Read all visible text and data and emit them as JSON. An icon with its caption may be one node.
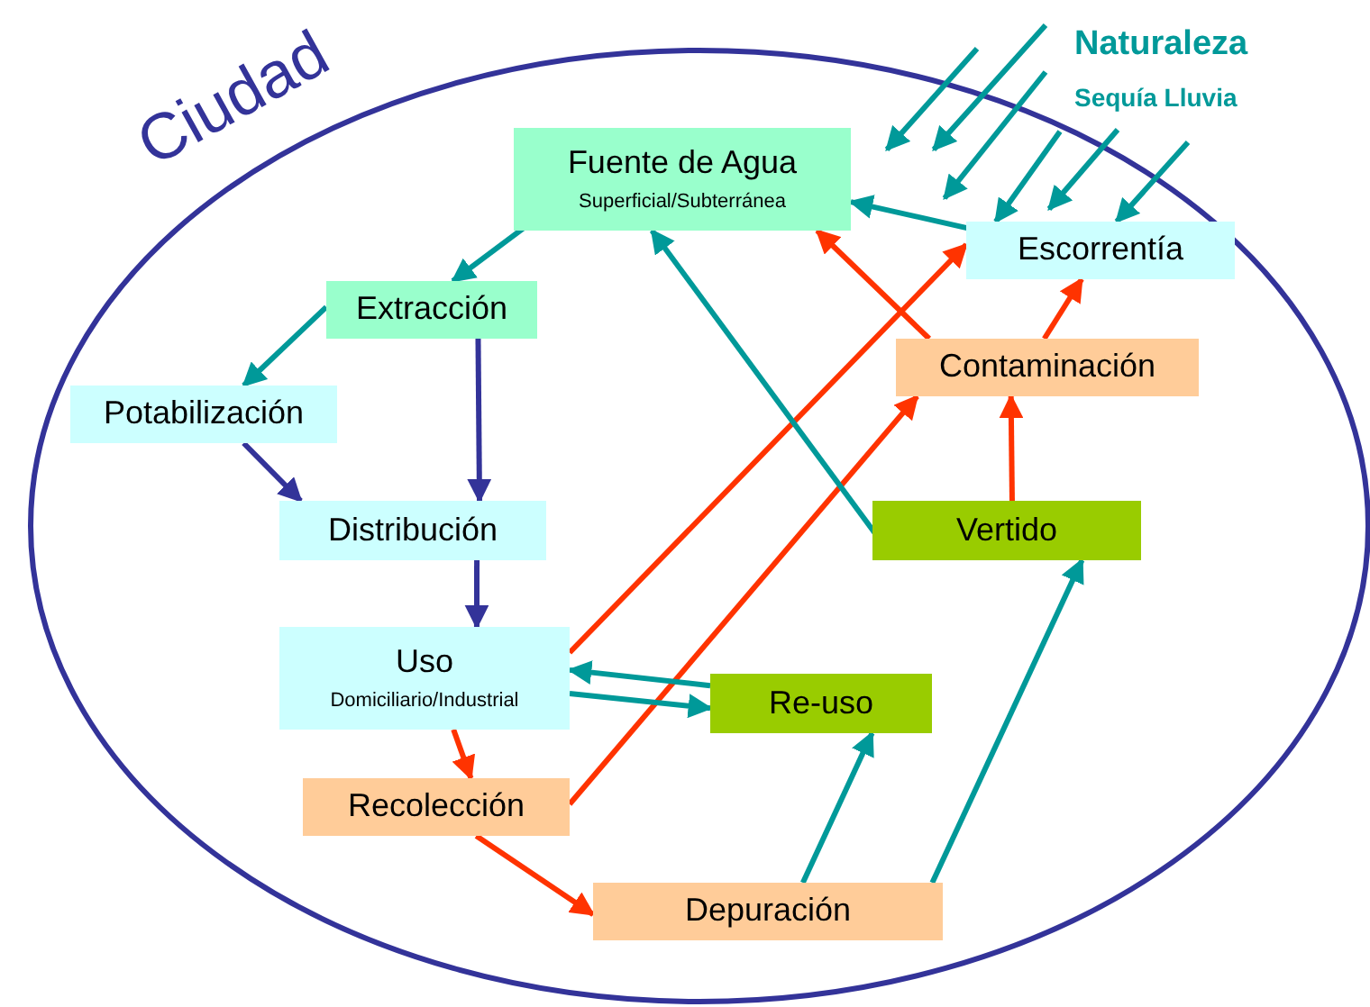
{
  "diagram": {
    "nodes": [
      {
        "text": [
          "Ciudad"
        ]
      },
      {
        "text": [
          "Fuente de Agua",
          "Superficial/Subterránea"
        ],
        "in": 0
      },
      {
        "text": [
          "Escorrentía"
        ],
        "in": 0
      },
      {
        "text": [
          "Extracción"
        ],
        "in": 0
      },
      {
        "text": [
          "Potabilización"
        ],
        "in": 0
      },
      {
        "text": [
          "Contaminación"
        ],
        "in": 0
      },
      {
        "text": [
          "Distribución"
        ],
        "in": 0
      },
      {
        "text": [
          "Vertido"
        ],
        "in": 0
      },
      {
        "text": [
          "Uso",
          "Domiciliario/Industrial"
        ],
        "in": 0
      },
      {
        "text": [
          "Re-uso"
        ],
        "in": 0
      },
      {
        "text": [
          "Recolección"
        ],
        "in": 0
      },
      {
        "text": [
          "Depuración"
        ],
        "in": 0
      }
    ],
    "edges": [
      {
        "from": 1,
        "to": 3,
        "arrow": "to"
      },
      {
        "from": 3,
        "to": 4,
        "arrow": "to"
      },
      {
        "from": 3,
        "to": 6,
        "arrow": "to",
        "color": "#333399"
      },
      {
        "from": 4,
        "to": 6,
        "arrow": "to",
        "color": "#333399"
      },
      {
        "from": 6,
        "to": 8,
        "arrow": "to",
        "color": "#333399"
      },
      {
        "from": 8,
        "to": 10,
        "arrow": "to",
        "color": "#ff3300"
      },
      {
        "from": 10,
        "to": 11,
        "arrow": "to",
        "color": "#ff3300"
      },
      {
        "from": 8,
        "to": 2,
        "arrow": "to",
        "color": "#ff3300"
      },
      {
        "from": 10,
        "to": 5,
        "arrow": "to",
        "color": "#ff3300"
      },
      {
        "from": 5,
        "to": 1,
        "arrow": "to",
        "color": "#ff3300"
      },
      {
        "from": 5,
        "to": 2,
        "arrow": "to",
        "color": "#ff3300"
      },
      {
        "from": 7,
        "to": 5,
        "arrow": "to",
        "color": "#ff3300"
      },
      {
        "from": 7,
        "to": 1,
        "arrow": "to"
      },
      {
        "from": 2,
        "to": 1,
        "arrow": "to"
      },
      {
        "from": 9,
        "to": 8,
        "arrow": "to"
      },
      {
        "from": 8,
        "to": 9,
        "arrow": "to"
      },
      {
        "from": 11,
        "to": 9,
        "arrow": "to"
      },
      {
        "from": 11,
        "to": 7,
        "arrow": "to"
      },
      {
        "from": null,
        "to": 2,
        "arrow": "to"
      },
      {
        "from": null,
        "to": 2,
        "arrow": "to"
      }
    ],
    "labels": [
      "Naturaleza",
      "Sequía Lluvia"
    ]
  }
}
